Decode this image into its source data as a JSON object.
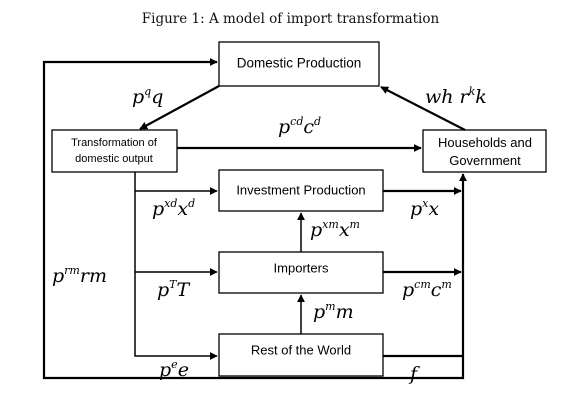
{
  "figure": {
    "caption": "Figure 1: A model of import transformation"
  },
  "nodes": {
    "domestic_production": "Domestic Production",
    "transformation": [
      "Transformation of",
      "domestic output"
    ],
    "households": [
      "Households and",
      "Government"
    ],
    "investment": "Investment Production",
    "importers": "Importers",
    "rest_of_world": "Rest of the World"
  },
  "flows": {
    "pq": {
      "base1": "p",
      "sup1": "q",
      "base2": "q"
    },
    "pcd": {
      "base1": "p",
      "sup1": "cd",
      "base2": "c",
      "sup2": "d"
    },
    "whrk": {
      "text": "wh r",
      "sup": "k",
      "tail": "k"
    },
    "pxd": {
      "base1": "p",
      "sup1": "xd",
      "base2": "x",
      "sup2": "d"
    },
    "px": {
      "base1": "p",
      "sup1": "x",
      "base2": "x"
    },
    "pxm": {
      "base1": "p",
      "sup1": "xm",
      "base2": "x",
      "sup2": "m"
    },
    "prm": {
      "base1": "p",
      "sup1": "rm",
      "base2": "rm"
    },
    "pT": {
      "base1": "p",
      "sup1": "T",
      "base2": "T"
    },
    "pcm": {
      "base1": "p",
      "sup1": "cm",
      "base2": "c",
      "sup2": "m"
    },
    "pm": {
      "base1": "p",
      "sup1": "m",
      "base2": "m"
    },
    "pe": {
      "base1": "p",
      "sup1": "e",
      "base2": "e"
    },
    "f": {
      "text": "f"
    }
  }
}
